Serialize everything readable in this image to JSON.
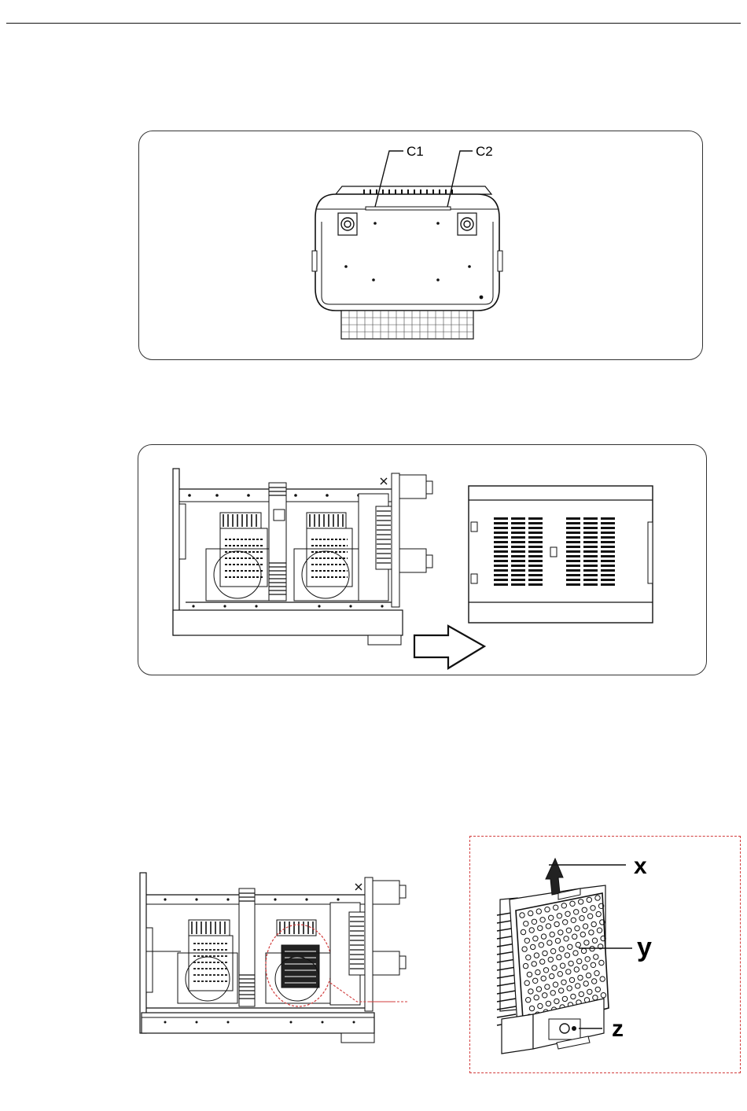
{
  "figure1": {
    "callouts": {
      "c1": "C1",
      "c2": "C2"
    }
  },
  "figure3": {
    "callouts": {
      "x": "x",
      "y": "y",
      "z": "z"
    },
    "accent_color": "#d23b3b"
  },
  "icons": {
    "arrow": "right-block-arrow-icon",
    "lift_arrow": "up-arrow-icon"
  }
}
